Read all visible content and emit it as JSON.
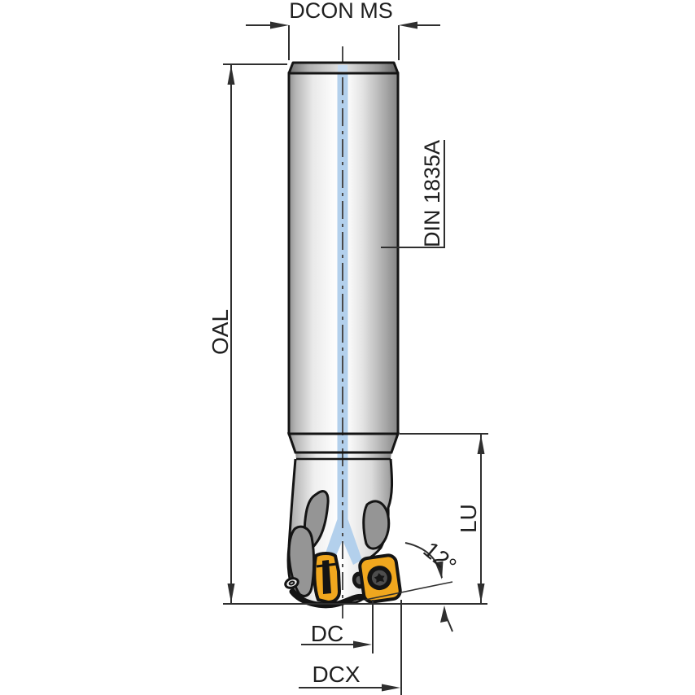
{
  "diagram": {
    "kind": "milling-cutter-dimension-drawing",
    "labels": {
      "shank_diameter": "DCON MS",
      "shank_standard": "DIN 1835A",
      "overall_length": "OAL",
      "usable_length": "LU",
      "entering_angle": "12°",
      "cutting_diameter": "DC",
      "max_cutting_diameter": "DCX"
    },
    "colors": {
      "insert": "#F0A71E",
      "coolant": "#B3D0EC",
      "flute": "#959595",
      "outline": "#141414",
      "dimension": "#2F2F2F",
      "background": "#FFFFFF"
    }
  }
}
